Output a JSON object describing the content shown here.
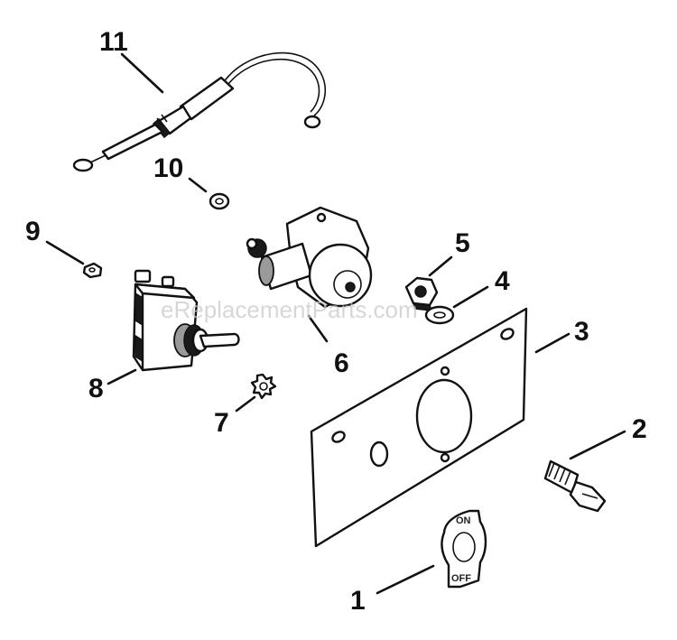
{
  "watermark": "eReplacementParts.com",
  "callouts": [
    {
      "id": "1",
      "label": "1"
    },
    {
      "id": "2",
      "label": "2"
    },
    {
      "id": "3",
      "label": "3"
    },
    {
      "id": "4",
      "label": "4"
    },
    {
      "id": "5",
      "label": "5"
    },
    {
      "id": "6",
      "label": "6"
    },
    {
      "id": "7",
      "label": "7"
    },
    {
      "id": "8",
      "label": "8"
    },
    {
      "id": "9",
      "label": "9"
    },
    {
      "id": "10",
      "label": "10"
    },
    {
      "id": "11",
      "label": "11"
    }
  ],
  "switch_plate_labels": {
    "on": "ON",
    "off": "OFF"
  }
}
